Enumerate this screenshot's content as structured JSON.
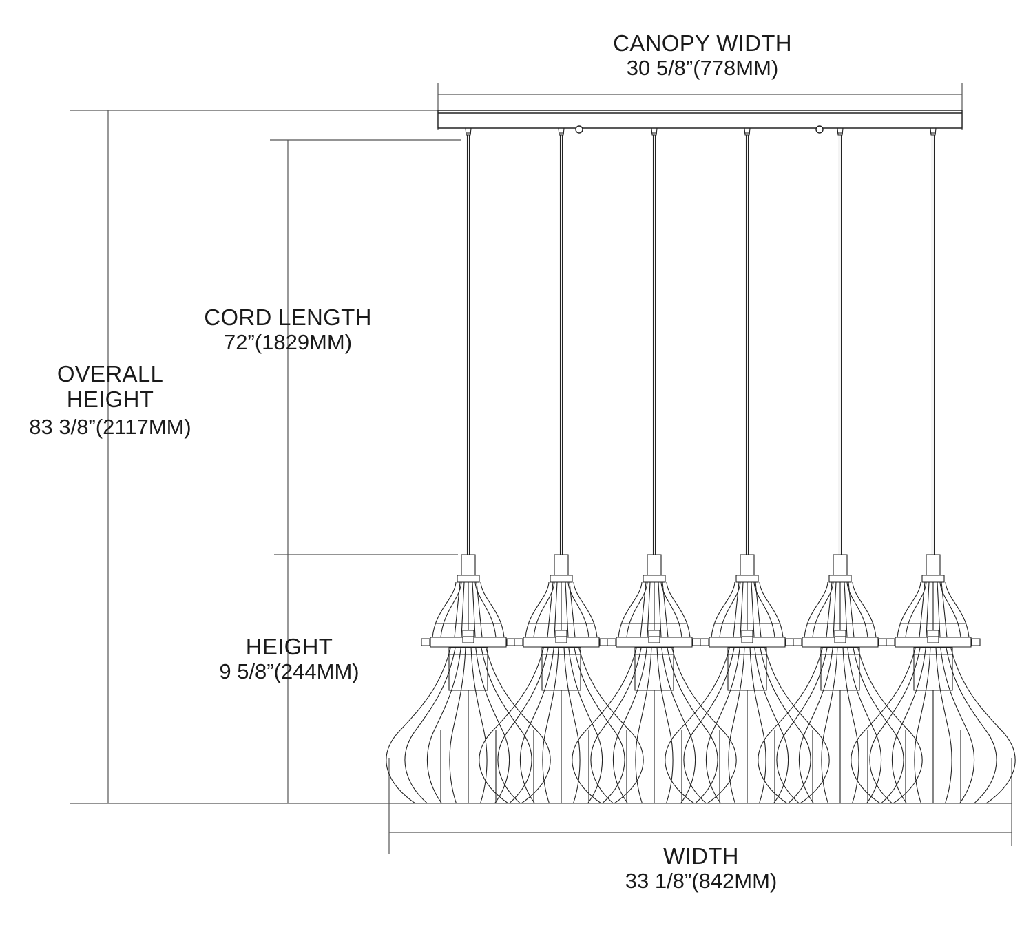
{
  "dimensions": {
    "canopy_width": {
      "title": "CANOPY WIDTH",
      "value": "30 5/8”(778MM)"
    },
    "cord_length": {
      "title": "CORD LENGTH",
      "value": "72”(1829MM)"
    },
    "overall_height": {
      "title_line1": "OVERALL",
      "title_line2": "HEIGHT",
      "value": "83 3/8”(2117MM)"
    },
    "height": {
      "title": "HEIGHT",
      "value": "9 5/8”(244MM)"
    },
    "width": {
      "title": "WIDTH",
      "value": "33 1/8”(842MM)"
    }
  },
  "fixture": {
    "pendant_count": 6,
    "line_color": "#222222",
    "dimension_line_color": "#555555"
  }
}
